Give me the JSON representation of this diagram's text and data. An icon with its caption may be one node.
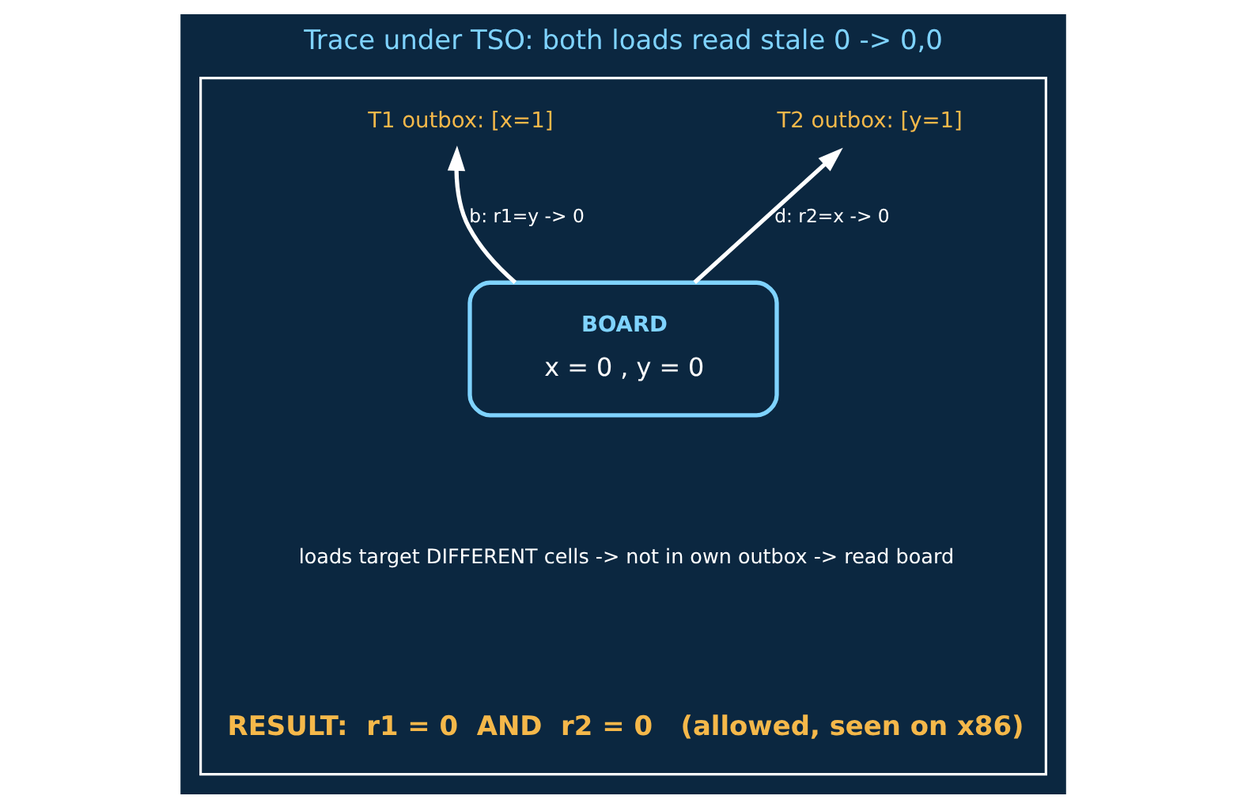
{
  "diagram": {
    "title": "Trace under TSO: both loads read stale 0 -> 0,0",
    "nodes": [
      {
        "text": [],
        "shape": "box"
      },
      {
        "text": [
          "T1 outbox: [x=1]"
        ],
        "in": 0
      },
      {
        "text": [
          "T2 outbox: [y=1]"
        ],
        "in": 0
      },
      {
        "text": [
          "BOARD",
          "x = 0 , y = 0"
        ],
        "in": 0
      }
    ],
    "edges": [
      {
        "from": 3,
        "to": 1,
        "arrow": "to",
        "label": "b: r1=y -> 0"
      },
      {
        "from": 3,
        "to": 2,
        "arrow": "to",
        "label": "d: r2=x -> 0"
      }
    ],
    "labels": [
      "loads target DIFFERENT cells -> not in own outbox -> read board",
      "RESULT:  r1 = 0  AND  r2 = 0   (allowed, seen on x86)"
    ]
  }
}
